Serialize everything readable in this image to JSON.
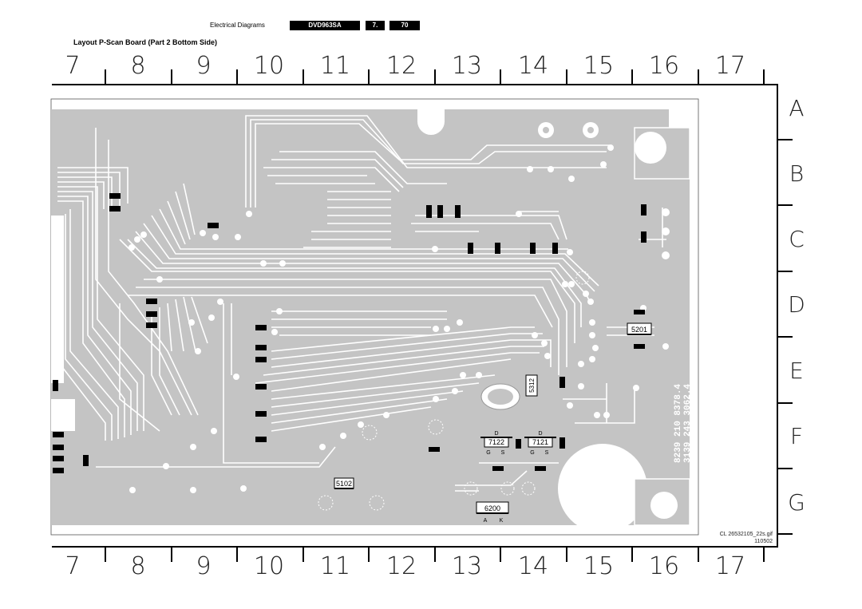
{
  "header": {
    "section_label": "Electrical Diagrams",
    "model": "DVD963SA",
    "chapter": "7.",
    "page": "70"
  },
  "title": "Layout P-Scan Board (Part 2 Bottom Side)",
  "ruler": {
    "columns": [
      "7",
      "8",
      "9",
      "10",
      "11",
      "12",
      "13",
      "14",
      "15",
      "16",
      "17"
    ],
    "rows": [
      "A",
      "B",
      "C",
      "D",
      "E",
      "F",
      "G"
    ]
  },
  "board": {
    "vertical_code_1": "8239 210 8378.4",
    "vertical_code_2": "3139 243 3062.4",
    "components": {
      "c5201": "5201",
      "c5312": "5312",
      "c7122": "7122",
      "c7121": "7121",
      "c5102": "5102",
      "c6200": "6200",
      "pin_a": "A",
      "pin_k": "K",
      "pin_d1": "D",
      "pin_g1": "G",
      "pin_s1": "S",
      "pin_d2": "D",
      "pin_g2": "G",
      "pin_s2": "S"
    }
  },
  "footer": {
    "filename": "CL 26532105_22s.gif",
    "date": "110502"
  }
}
